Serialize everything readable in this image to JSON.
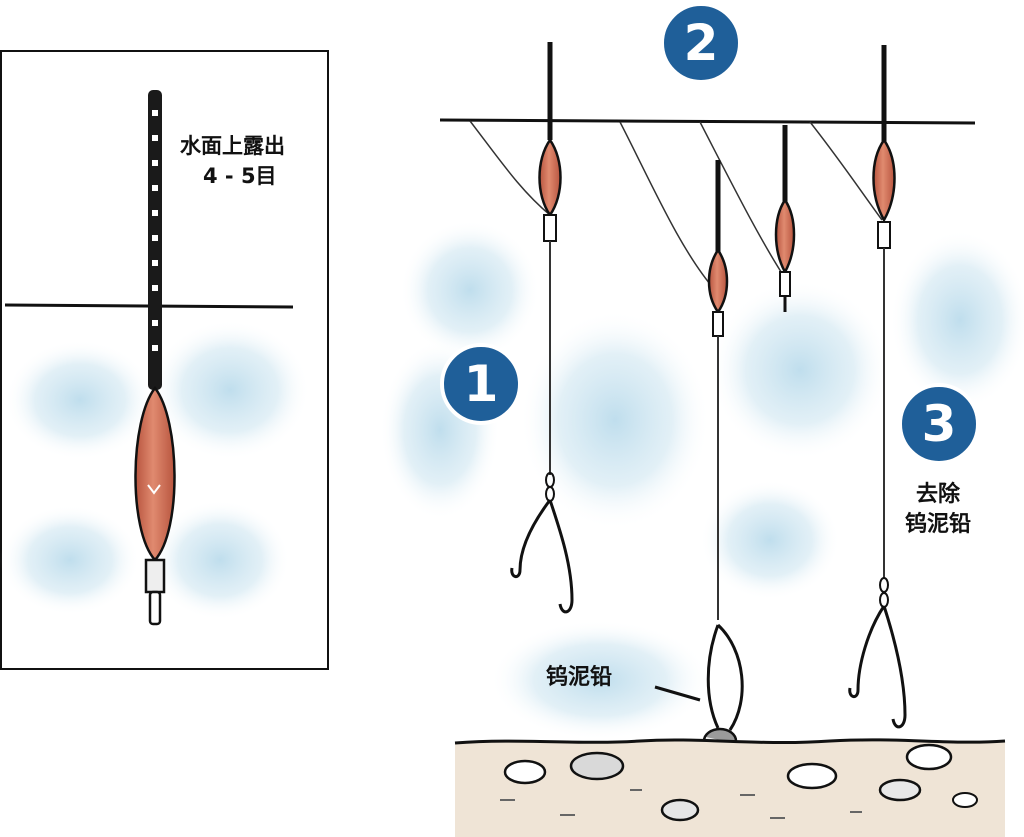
{
  "left_panel": {
    "annotation_line1": "水面上露出",
    "annotation_line2": "4 - 5目"
  },
  "badges": {
    "one": "1",
    "two": "2",
    "three": "3"
  },
  "labels": {
    "remove_weight": "去除\n钨泥铅",
    "tungsten_weight": "钨泥铅"
  },
  "colors": {
    "float_body": "#d9785f",
    "water_haze": "#c9e2ef",
    "badge": "#1f5f99",
    "ground": "#efe4d6"
  }
}
